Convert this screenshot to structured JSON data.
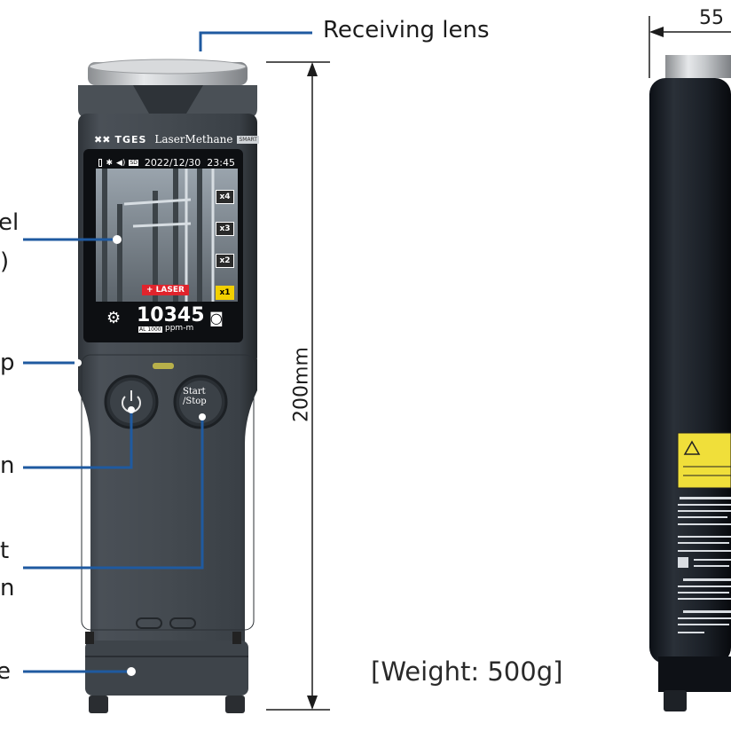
{
  "labels": {
    "receiving_lens": "Receiving lens",
    "panel_a": "el",
    "panel_b": ")",
    "lamp": "p",
    "power": "n",
    "start_a": "t",
    "start_b": "n",
    "base": "e",
    "height": "200mm",
    "width": "55",
    "weight": "[Weight: 500g]"
  },
  "device": {
    "brand": "TGES",
    "model": "LaserMethane",
    "model_badge": "SMART",
    "date": "2022/12/30",
    "time": "23:45",
    "zoom_levels": [
      "x4",
      "x3",
      "x2",
      "x1"
    ],
    "laser_label": "+ LASER",
    "reading": "10345",
    "alarm": "AL 1000",
    "unit": "ppm-m",
    "start_stop": "Start\n/Stop",
    "sd_label": "SD"
  },
  "colors": {
    "callout": "#1f5aa0",
    "body": "#3a3f44",
    "body_dark": "#2b3035",
    "zoom_active": "#f2d000",
    "laser": "#e0242c"
  },
  "icons": [
    "battery-icon",
    "bluetooth-icon",
    "speaker-icon",
    "sd-card-icon",
    "gear-icon",
    "camera-icon",
    "power-icon"
  ]
}
